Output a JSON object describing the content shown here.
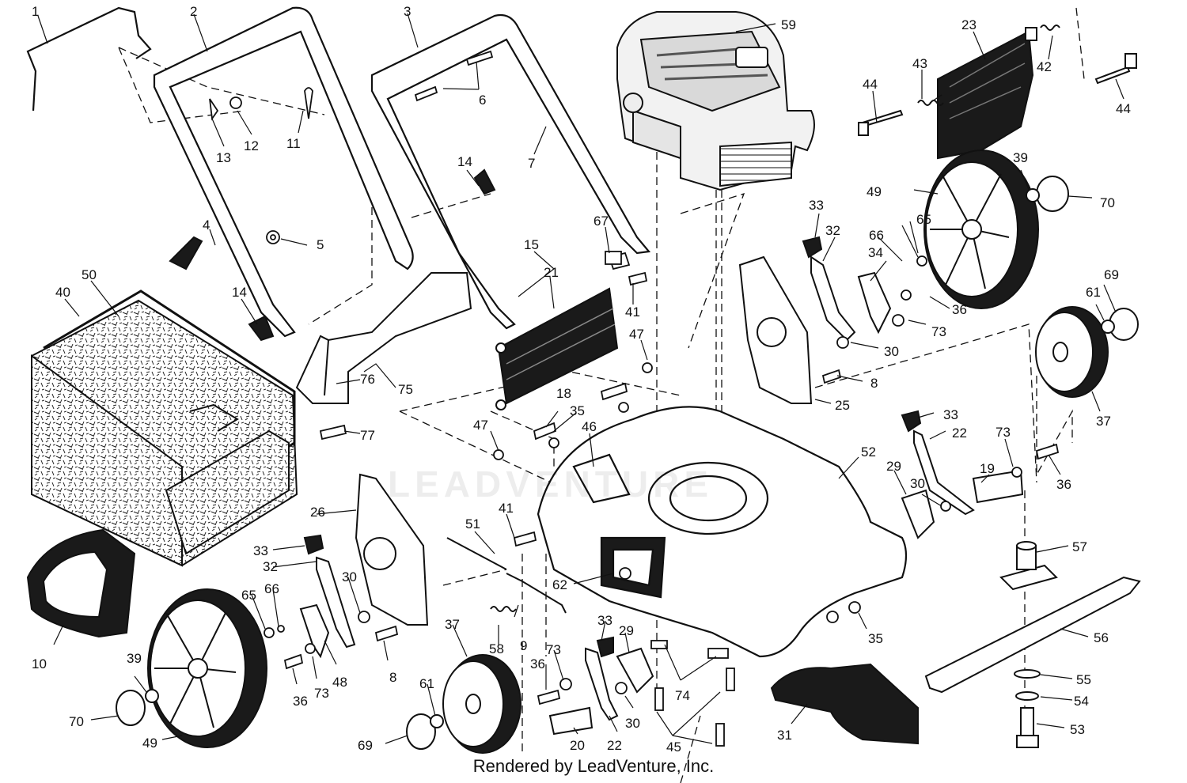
{
  "footer": "Rendered by LeadVenture, Inc.",
  "watermark": "LEADVENTURE",
  "colors": {
    "ink": "#111111",
    "fill_dark": "#1a1a1a",
    "paper": "#ffffff"
  },
  "callouts": [
    "1",
    "2",
    "3",
    "4",
    "5",
    "6",
    "7",
    "8",
    "8",
    "9",
    "10",
    "11",
    "12",
    "13",
    "14",
    "14",
    "15",
    "18",
    "19",
    "20",
    "21",
    "22",
    "22",
    "23",
    "25",
    "26",
    "29",
    "29",
    "30",
    "30",
    "30",
    "30",
    "31",
    "32",
    "32",
    "33",
    "33",
    "33",
    "33",
    "34",
    "35",
    "35",
    "35",
    "36",
    "36",
    "36",
    "36",
    "37",
    "37",
    "39",
    "39",
    "40",
    "41",
    "41",
    "42",
    "43",
    "44",
    "44",
    "45",
    "46",
    "47",
    "47",
    "48",
    "49",
    "49",
    "50",
    "51",
    "52",
    "53",
    "54",
    "55",
    "56",
    "57",
    "58",
    "59",
    "61",
    "61",
    "62",
    "65",
    "65",
    "66",
    "66",
    "67",
    "69",
    "69",
    "70",
    "70",
    "73",
    "73",
    "73",
    "73",
    "74",
    "75",
    "76",
    "77"
  ]
}
